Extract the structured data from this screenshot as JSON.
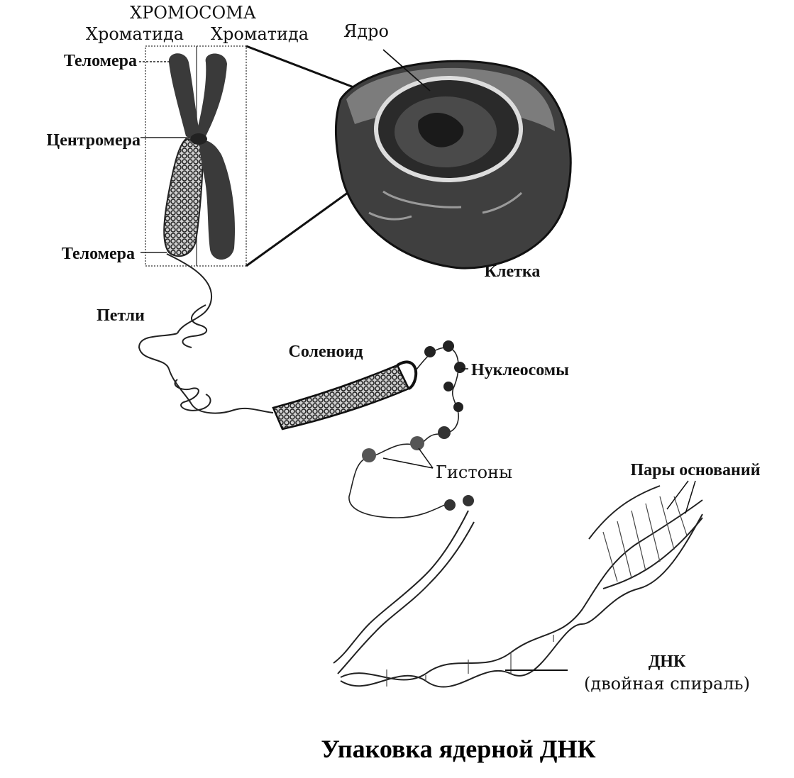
{
  "diagram": {
    "header": "ХРОМОСОМА",
    "chromatid_left": "Хроматида",
    "chromatid_right": "Хроматида",
    "telomere_top": "Теломера",
    "centromere": "Центромера",
    "telomere_bottom": "Теломера",
    "nucleus": "Ядро",
    "cell": "Клетка",
    "loops": "Петли",
    "solenoid": "Соленоид",
    "nucleosomes": "Нуклеосомы",
    "histones": "Гистоны",
    "base_pairs": "Пары оснований",
    "dna": "ДНК",
    "dna_sub": "(двойная спираль)",
    "caption": "Упаковка ядерной ДНК"
  },
  "colors": {
    "ink": "#111111",
    "dark_fill": "#3a3a3a",
    "mid_fill": "#6b6b6b",
    "light_fill": "#9a9a9a"
  }
}
